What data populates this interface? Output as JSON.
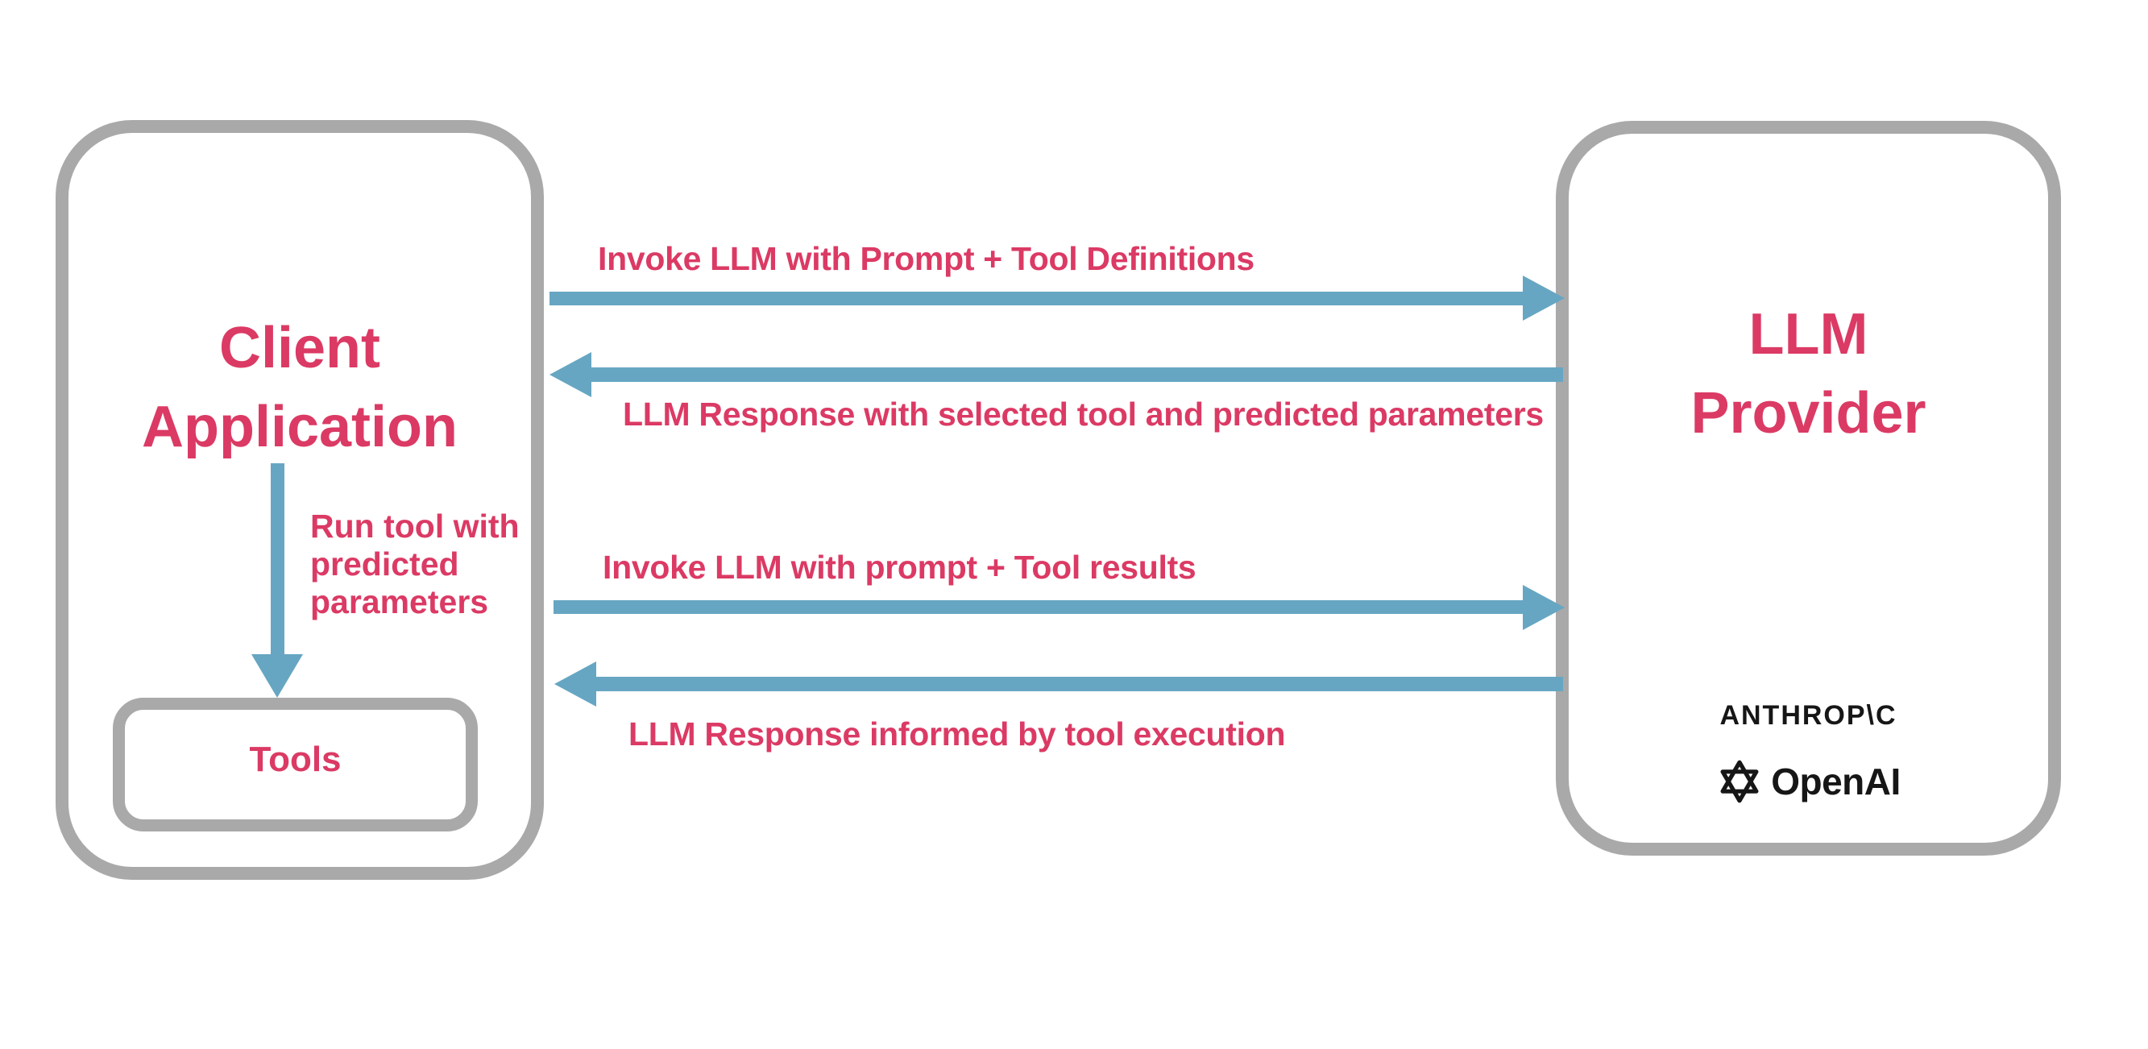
{
  "colors": {
    "accent_pink": "#db3a64",
    "arrow_teal": "#66a6c2",
    "box_gray": "#a9a9a9",
    "logo_black": "#161616"
  },
  "client_box": {
    "title": "Client\nApplication"
  },
  "tools_box": {
    "label": "Tools"
  },
  "llm_box": {
    "title": "LLM\nProvider",
    "providers": {
      "anthropic": "ANTHROP\\C",
      "openai": "OpenAI"
    }
  },
  "arrows": [
    {
      "direction": "left-to-right",
      "label": "Invoke LLM with Prompt + Tool Definitions"
    },
    {
      "direction": "right-to-left",
      "label": "LLM Response with selected tool and predicted parameters"
    },
    {
      "direction": "left-to-right",
      "label": "Invoke LLM with prompt + Tool results"
    },
    {
      "direction": "right-to-left",
      "label": "LLM Response informed by tool execution"
    },
    {
      "direction": "top-to-bottom",
      "label": "Run tool with\npredicted\nparameters"
    }
  ]
}
